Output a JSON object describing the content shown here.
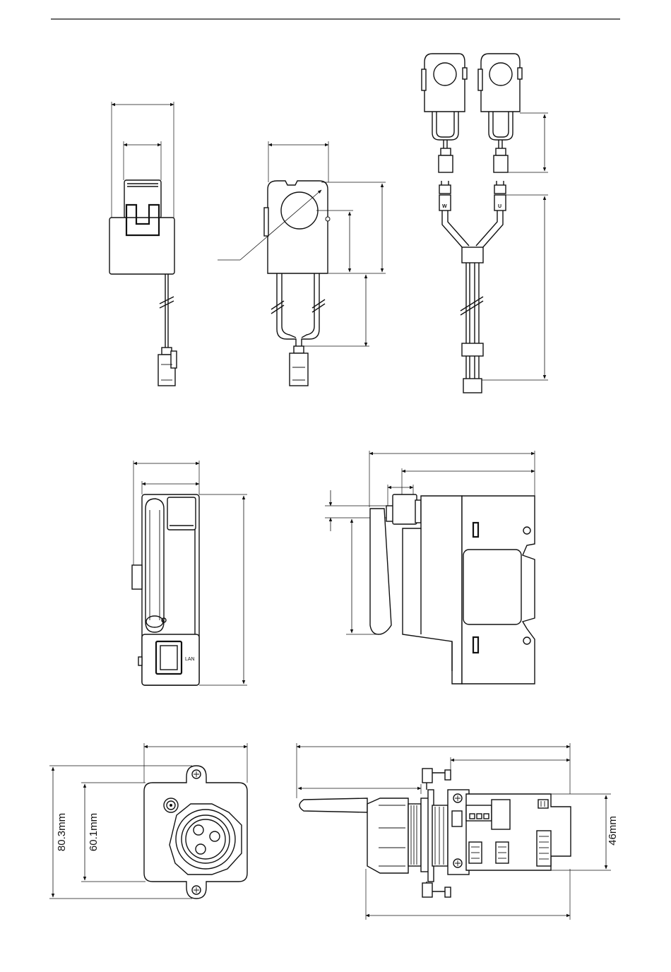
{
  "dimensions": {
    "height_outer": "80.3mm",
    "height_inner": "60.1mm",
    "depth": "46mm"
  },
  "connector_labels": {
    "w": "W",
    "u": "U"
  },
  "port_label": "LAN"
}
